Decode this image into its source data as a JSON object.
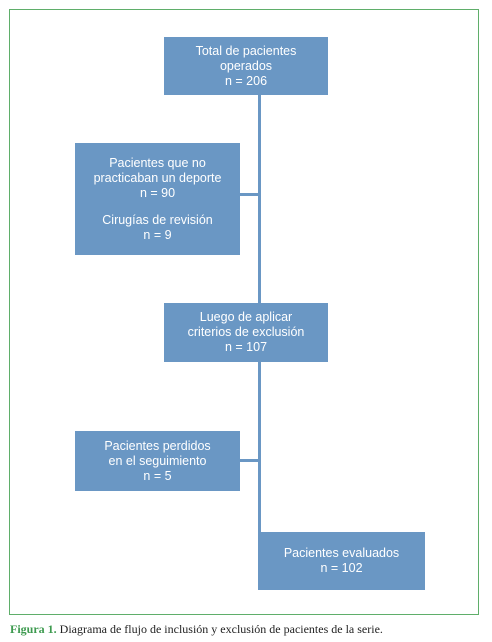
{
  "nodes": {
    "total": {
      "lines": [
        "Total de pacientes",
        "operados",
        "n = 206"
      ]
    },
    "excluded": {
      "lines": [
        "Pacientes que no",
        "practicaban un deporte",
        "n = 90"
      ],
      "lines2": [
        "Cirugías de revisión",
        "n = 9"
      ]
    },
    "criteria": {
      "lines": [
        "Luego de aplicar",
        "criterios de exclusión",
        "n = 107"
      ]
    },
    "lost": {
      "lines": [
        "Pacientes perdidos",
        "en el seguimiento",
        "n = 5"
      ]
    },
    "evaluated": {
      "lines": [
        "Pacientes evaluados",
        "n = 102"
      ]
    }
  },
  "caption": {
    "label": "Figura 1.",
    "text": "Diagrama de flujo de inclusión y exclusión de pacientes de la serie."
  },
  "colors": {
    "box": "#6a97c4",
    "frame": "#5fae6a",
    "caption_label": "#3d9a4f"
  }
}
